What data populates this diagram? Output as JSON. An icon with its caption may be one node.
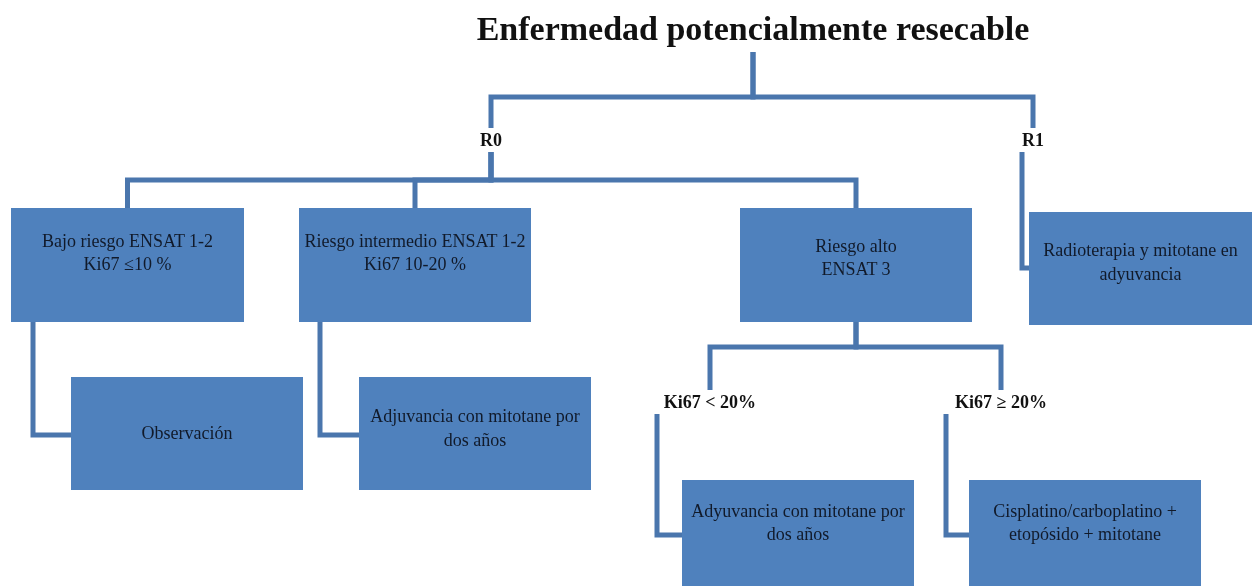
{
  "diagram": {
    "nodes": [
      {
        "text": [
          "Enfermedad potencialmente resecable"
        ]
      },
      {
        "text": [
          "R0"
        ]
      },
      {
        "text": [
          "R1"
        ]
      },
      {
        "text": [
          "Bajo riesgo ENSAT 1-2 Ki67 ≤10 %"
        ]
      },
      {
        "text": [
          "Riesgo intermedio ENSAT 1-2 Ki67 10-20 %"
        ]
      },
      {
        "text": [
          "Riesgo alto ENSAT 3"
        ]
      },
      {
        "text": [
          "Radioterapia y mitotane en adyuvancia"
        ]
      },
      {
        "text": [
          "Observación"
        ]
      },
      {
        "text": [
          "Adjuvancia con mitotane por dos años"
        ]
      },
      {
        "text": [
          "Ki67 < 20%"
        ]
      },
      {
        "text": [
          "Ki67 ≥ 20%"
        ]
      },
      {
        "text": [
          "Adyuvancia con mitotane por dos años"
        ]
      },
      {
        "text": [
          "Cisplatino/carboplatino + etopósido + mitotane"
        ]
      }
    ],
    "edges": [
      {
        "from": 0,
        "to": 1,
        "arrow": "none"
      },
      {
        "from": 0,
        "to": 2,
        "arrow": "none"
      },
      {
        "from": 1,
        "to": 3,
        "arrow": "none"
      },
      {
        "from": 1,
        "to": 4,
        "arrow": "none"
      },
      {
        "from": 1,
        "to": 5,
        "arrow": "none"
      },
      {
        "from": 2,
        "to": 6,
        "arrow": "none"
      },
      {
        "from": 3,
        "to": 7,
        "arrow": "none"
      },
      {
        "from": 4,
        "to": 8,
        "arrow": "none"
      },
      {
        "from": 5,
        "to": 9,
        "arrow": "none"
      },
      {
        "from": 5,
        "to": 10,
        "arrow": "none"
      },
      {
        "from": 9,
        "to": 11,
        "arrow": "none"
      },
      {
        "from": 10,
        "to": 12,
        "arrow": "none"
      }
    ]
  }
}
